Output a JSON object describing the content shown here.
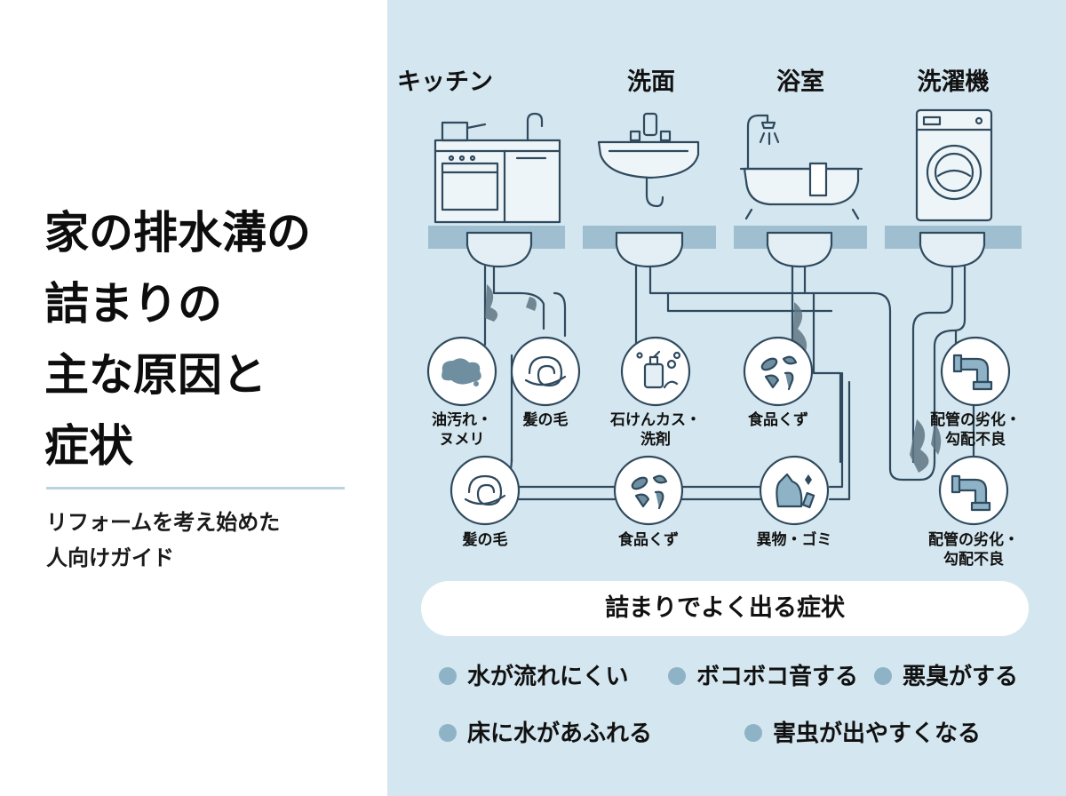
{
  "title_lines": [
    "家の排水溝の",
    "詰まりの",
    "主な原因と",
    "症状"
  ],
  "subtitle_lines": [
    "リフォームを考え始めた",
    "人向けガイド"
  ],
  "fixtures": [
    "キッチン",
    "洗面",
    "浴室",
    "洗濯機"
  ],
  "causes_top": [
    {
      "lines": [
        "油汚れ・",
        "ヌメリ"
      ],
      "icon": "grease-stain-icon"
    },
    {
      "lines": [
        "髪の毛"
      ],
      "icon": "hair-icon"
    },
    {
      "lines": [
        "石けんカス・",
        "洗剤"
      ],
      "icon": "soap-bottle-icon"
    },
    {
      "lines": [
        "食品くず"
      ],
      "icon": "food-scraps-icon"
    },
    {
      "lines": [
        "配管の劣化・",
        "勾配不良"
      ],
      "icon": "pipe-elbow-icon"
    }
  ],
  "causes_bottom": [
    {
      "lines": [
        "髪の毛"
      ],
      "icon": "hair-icon"
    },
    {
      "lines": [
        "食品くず"
      ],
      "icon": "food-scraps-icon"
    },
    {
      "lines": [
        "異物・ゴミ"
      ],
      "icon": "trash-bag-icon"
    },
    {
      "lines": [
        "配管の劣化・",
        "勾配不良"
      ],
      "icon": "pipe-elbow-icon"
    }
  ],
  "symptoms_heading": "詰まりでよく出る症状",
  "symptoms_row1": [
    "水が流れにくい",
    "ボコボコ音する",
    "悪臭がする"
  ],
  "symptoms_row2": [
    "床に水があふれる",
    "害虫が出やすくなる"
  ],
  "colors": {
    "panel": "#d4e6ef",
    "line": "#2f4a5e",
    "pipe_fill": "#e3eff5",
    "bullet": "#8fb3c6",
    "sludge": "#5f7683"
  }
}
